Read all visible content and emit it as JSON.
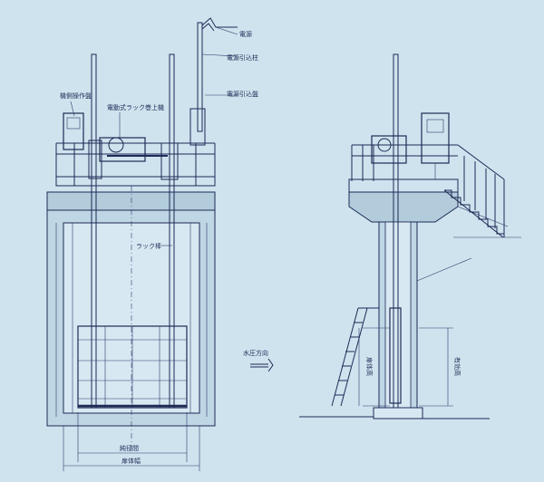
{
  "labels": {
    "power_source": "電源",
    "power_inlet_pole": "電源引込柱",
    "power_inlet_panel": "電源引込盤",
    "local_control_panel": "機側操作盤",
    "electric_rack_hoist": "電動式ラック巻上機",
    "rack_bar": "ラック棒",
    "water_pressure_direction": "水圧方向",
    "clear_span": "純径間",
    "gate_width": "扉体幅",
    "gate_height": "扉体高",
    "effective_height": "有効高"
  },
  "colors": {
    "background": "#cfe3ee",
    "line": "#1d2a55"
  }
}
